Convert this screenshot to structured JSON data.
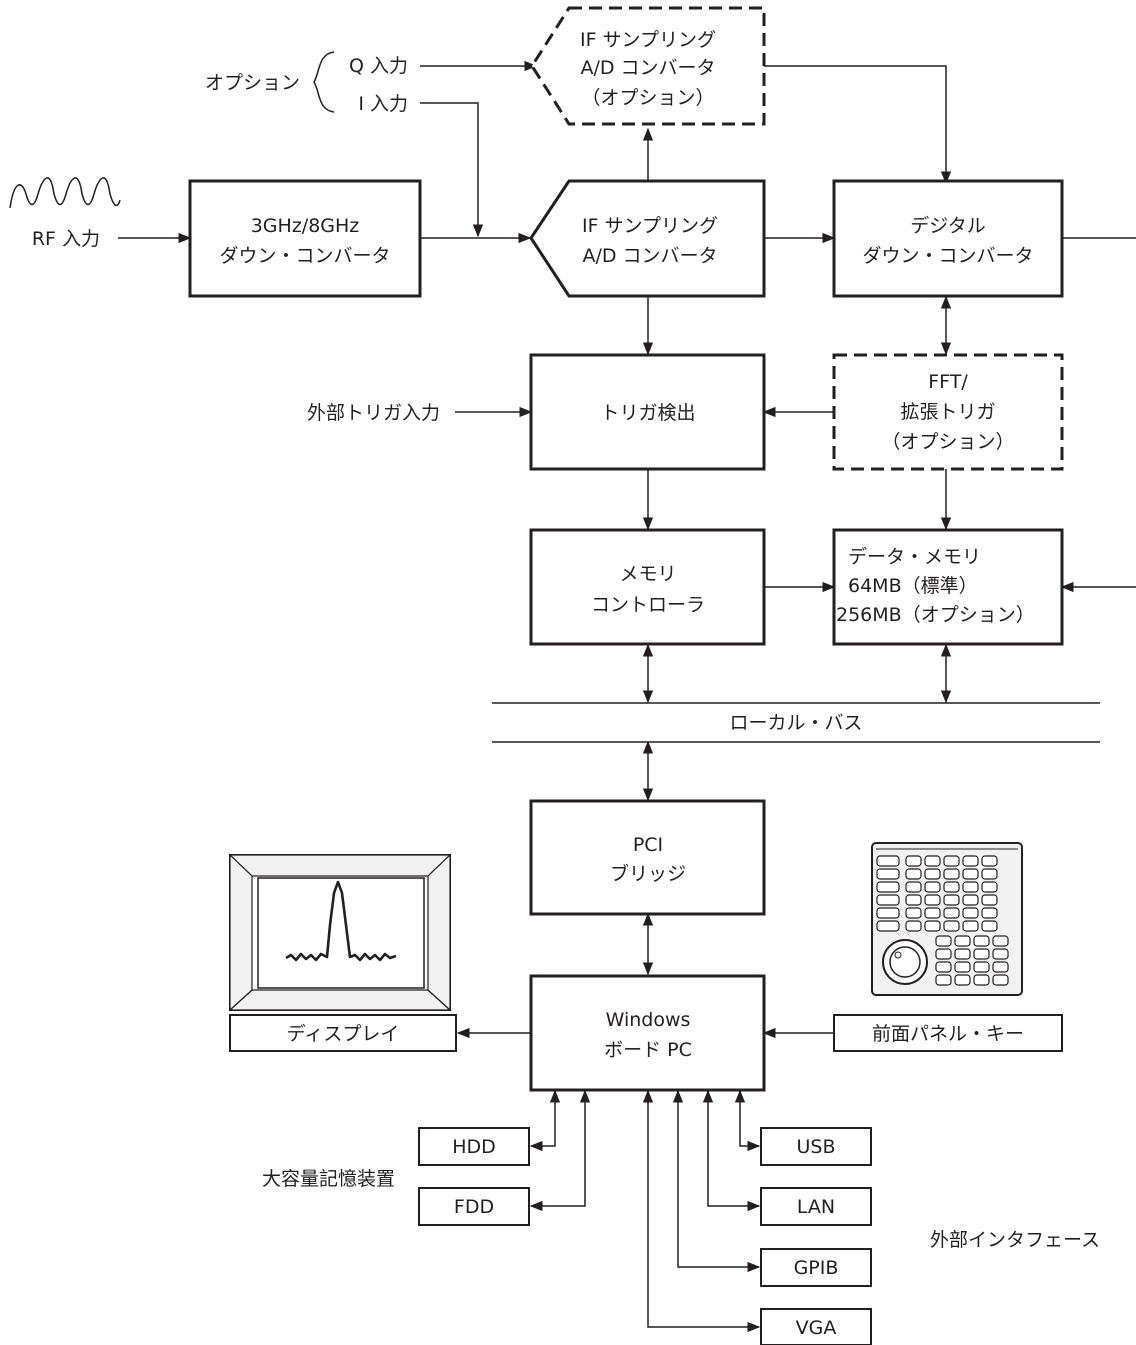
{
  "blocks": {
    "if_adc_option": {
      "lines": [
        "IF サンプリング",
        "A/D コンバータ",
        "（オプション）"
      ]
    },
    "down_converter": {
      "lines": [
        "3GHz/8GHz",
        "ダウン・コンバータ"
      ]
    },
    "if_adc": {
      "lines": [
        "IF サンプリング",
        "A/D コンバータ"
      ]
    },
    "digital_down_converter": {
      "lines": [
        "デジタル",
        "ダウン・コンバータ"
      ]
    },
    "trigger_detect": {
      "lines": [
        "トリガ検出"
      ]
    },
    "fft_trigger": {
      "lines": [
        "FFT/",
        "拡張トリガ",
        "（オプション）"
      ]
    },
    "memory_controller": {
      "lines": [
        "メモリ",
        "コントローラ"
      ]
    },
    "data_memory": {
      "lines": [
        "データ・メモリ",
        "64MB（標準）",
        "256MB（オプション）"
      ]
    },
    "pci_bridge": {
      "lines": [
        "PCI",
        "ブリッジ"
      ]
    },
    "windows_pc": {
      "lines": [
        "Windows",
        "ボード PC"
      ]
    },
    "display": {
      "label": "ディスプレイ"
    },
    "front_panel_keys": {
      "label": "前面パネル・キー"
    },
    "hdd": {
      "label": "HDD"
    },
    "fdd": {
      "label": "FDD"
    },
    "usb": {
      "label": "USB"
    },
    "lan": {
      "label": "LAN"
    },
    "gpib": {
      "label": "GPIB"
    },
    "vga": {
      "label": "VGA"
    }
  },
  "labels": {
    "option": "オプション",
    "q_input": "Q 入力",
    "i_input": "I 入力",
    "rf_input": "RF 入力",
    "ext_trigger_input": "外部トリガ入力",
    "local_bus": "ローカル・バス",
    "mass_storage": "大容量記憶装置",
    "external_interface": "外部インタフェース"
  },
  "colors": {
    "line": "#231f20",
    "background": "#ffffff",
    "panel_gray": "#f2f2f2"
  },
  "icons": [
    "rf-wave-icon",
    "display-monitor-icon",
    "front-panel-keypad-icon"
  ]
}
